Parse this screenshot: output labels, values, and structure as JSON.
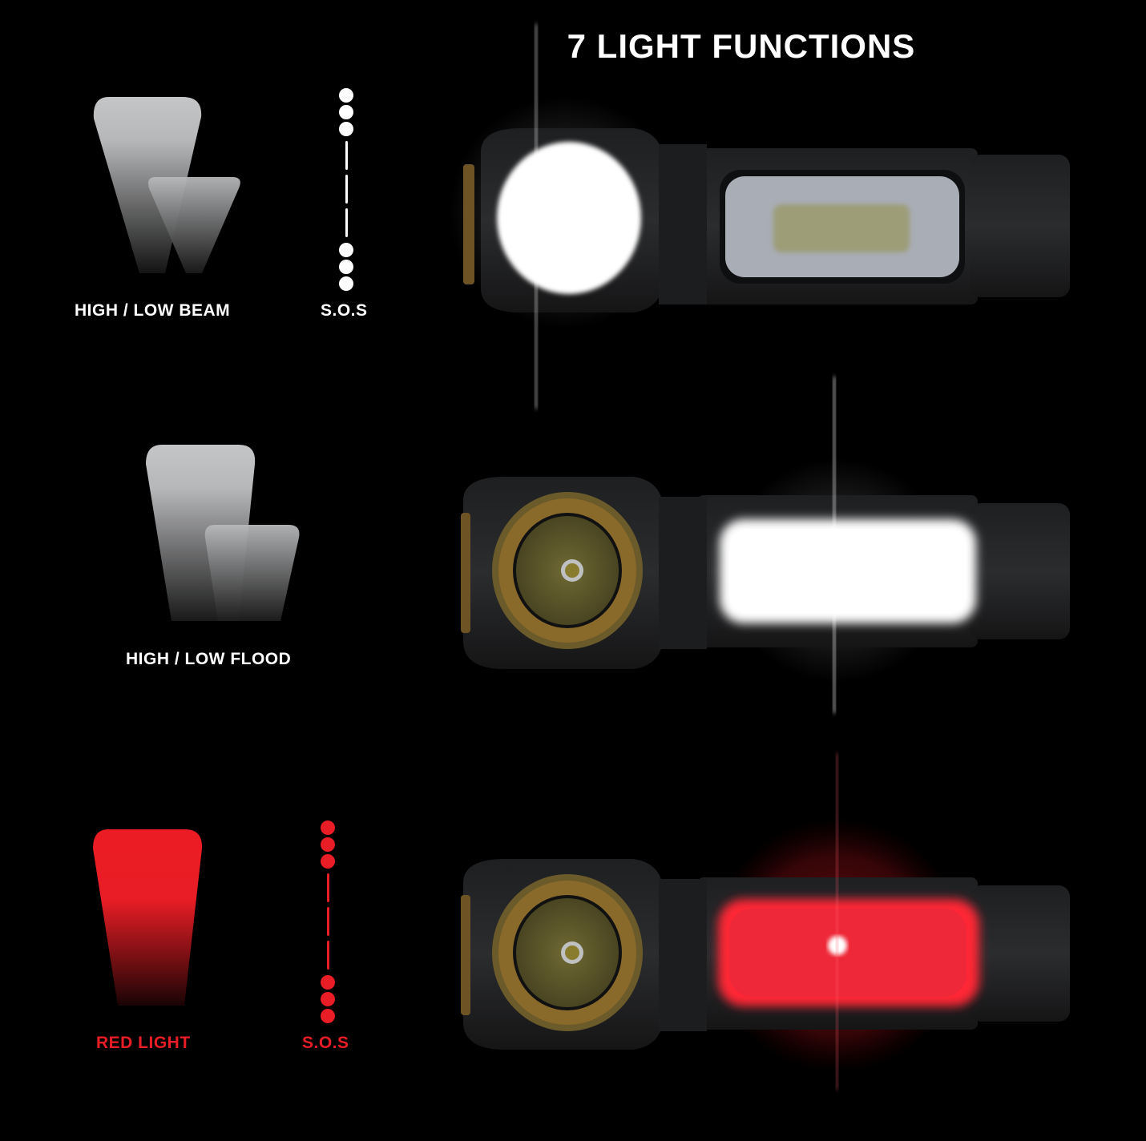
{
  "header": {
    "title": "7 LIGHT FUNCTIONS"
  },
  "colors": {
    "background": "#000000",
    "text": "#ffffff",
    "accent_red": "#e81d25",
    "beam_light": "#c2c3c5",
    "brass": "#8a6a2a"
  },
  "rows": [
    {
      "id": "beam",
      "icon": "beam-icon",
      "label": "HIGH / LOW BEAM",
      "sos_label": "S.O.S",
      "sos_icon": "sos-morse-icon",
      "active_light": "spot-lamp",
      "glow_color": "#ffffff"
    },
    {
      "id": "flood",
      "icon": "flood-icon",
      "label": "HIGH / LOW FLOOD",
      "active_light": "cob-panel",
      "glow_color": "#ffffff"
    },
    {
      "id": "red",
      "icon": "red-light-icon",
      "label": "RED LIGHT",
      "sos_label": "S.O.S",
      "sos_icon": "sos-morse-icon",
      "active_light": "cob-panel-red",
      "glow_color": "#ff1a2a"
    }
  ]
}
